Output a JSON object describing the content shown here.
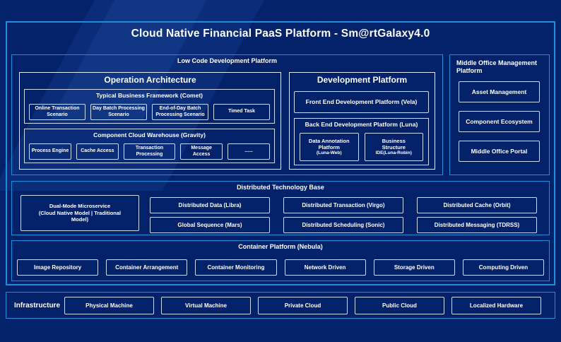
{
  "title": "Cloud Native Financial PaaS Platform - Sm@rtGalaxy4.0",
  "colors": {
    "background": "#04226A",
    "frame_border": "#1C8CDB",
    "box_border": "#CFDAEC",
    "text": "#FFFFFF"
  },
  "low_code": {
    "label": "Low Code Development Platform",
    "operation_architecture": {
      "title": "Operation Architecture",
      "typical_business_framework": {
        "label": "Typical Business Framework (Comet)",
        "items": [
          "Online Transaction Scenario",
          "Day Batch Processing Scenario",
          "End-of-Day Batch Processing Scenario",
          "Timed Task"
        ]
      },
      "component_cloud_warehouse": {
        "label": "Component Cloud Warehouse (Gravity)",
        "items": [
          "Process Engine",
          "Cache Access",
          "Transaction Processing",
          "Message Access",
          "......"
        ]
      }
    },
    "development_platform": {
      "title": "Development Platform",
      "front_end_label": "Front End Development Platform (Vela)",
      "back_end": {
        "label": "Back End Development Platform (Luna)",
        "items": [
          {
            "line1": "Data Annotation",
            "line2": "Platform",
            "sub": "(Luna-Web)"
          },
          {
            "line1": "Business",
            "line2": "Structure",
            "sub": "IDE(Luna-Robin)"
          }
        ]
      }
    }
  },
  "middle_office": {
    "label": "Middle Office Management Platform",
    "items": [
      "Asset Management",
      "Component Ecosystem",
      "Middle Office Portal"
    ]
  },
  "distributed_base": {
    "label": "Distributed Technology Base",
    "dual_mode": {
      "name": "Dual-Mode Microservice",
      "detail": "(Cloud Native Model | Traditional Model)"
    },
    "items": [
      "Distributed Data (Libra)",
      "Distributed Transaction (Virgo)",
      "Distributed Cache (Orbit)",
      "Global Sequence (Mars)",
      "Distributed Scheduling (Sonic)",
      "Distributed Messaging (TDRSS)"
    ]
  },
  "container_platform": {
    "label": "Container Platform (Nebula)",
    "items": [
      "Image Repository",
      "Container Arrangement",
      "Container Monitoring",
      "Network Driven",
      "Storage Driven",
      "Computing Driven"
    ]
  },
  "infrastructure": {
    "label": "Infrastructure",
    "items": [
      "Physical Machine",
      "Virtual Machine",
      "Private Cloud",
      "Public Cloud",
      "Localized Hardware"
    ]
  }
}
